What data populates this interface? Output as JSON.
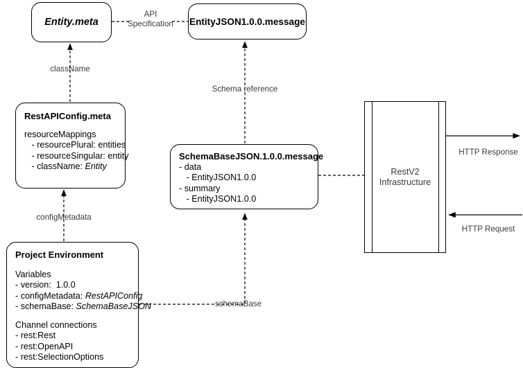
{
  "diagram": {
    "title": "RestV2 API specification diagram",
    "colors": {
      "stroke": "#000000",
      "text": "#3a3a3a",
      "background": "#ffffff"
    },
    "nodes": {
      "entity_meta": {
        "label": "Entity.meta"
      },
      "entity_json_message": {
        "label": "EntityJSON1.0.0.message"
      },
      "rest_api_config": {
        "title": "RestAPIConfig.meta",
        "lines": [
          "resourceMappings",
          "   - resourcePlural: entities",
          "   - resourceSingular: entity",
          "   - className: ",
          "Entity"
        ],
        "line1": "resourceMappings",
        "line2": "   - resourcePlural: entities",
        "line3": "   - resourceSingular: entity",
        "line4_prefix": "   - className: ",
        "line4_italic": "Entity"
      },
      "schema_base_json": {
        "title": "SchemaBaseJSON.1.0.0.message",
        "line1": "- data",
        "line2": "   - EntityJSON1.0.0",
        "line3": "- summary",
        "line4": "   - EntityJSON1.0.0"
      },
      "project_environment": {
        "title": "Project Environment",
        "variables_header": "Variables",
        "var1": "- version:  1.0.0",
        "var2_prefix": "- configMetadata: ",
        "var2_italic": "RestAPIConfig",
        "var3_prefix": "- schemaBase: ",
        "var3_italic": "SchemaBaseJSON",
        "channels_header": "Channel connections",
        "ch1": "- rest:Rest",
        "ch2": "- rest:OpenAPI",
        "ch3": "- rest:SelectionOptions"
      },
      "restv2_infrastructure": {
        "line1": "RestV2",
        "line2": "Infrastructure"
      }
    },
    "edges": {
      "api_specification": "API\nSpecification",
      "class_name": "className",
      "schema_reference": "Schema reference",
      "config_metadata": "configMetadata",
      "schema_base": "schemaBase",
      "http_response": "HTTP Response",
      "http_request": "HTTP Request"
    }
  }
}
